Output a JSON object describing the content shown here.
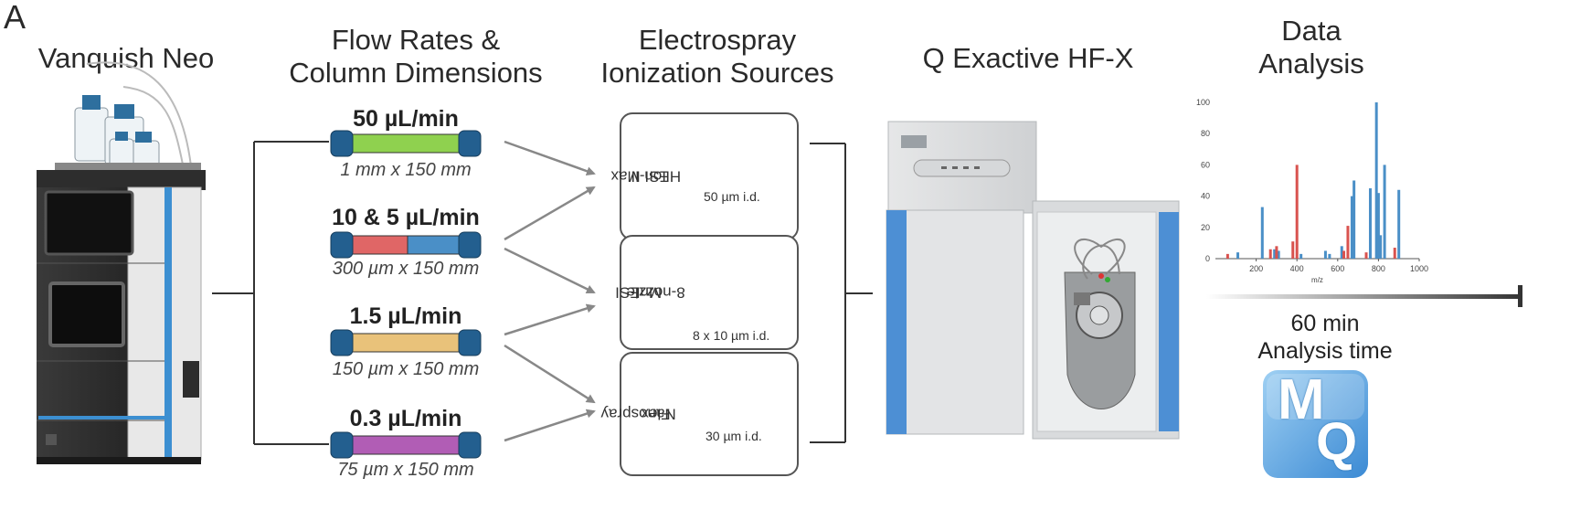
{
  "panel_label": "A",
  "headers": {
    "lc": "Vanquish Neo",
    "flow_line1": "Flow Rates &",
    "flow_line2": "Column Dimensions",
    "esi_line1": "Electrospray",
    "esi_line2": "Ionization Sources",
    "ms": "Q Exactive HF-X",
    "data_line1": "Data",
    "data_line2": "Analysis"
  },
  "columns": [
    {
      "rate": "50 µL/min",
      "dims": "1 mm x 150 mm",
      "color": "#8fd14f"
    },
    {
      "rate": "10 & 5 µL/min",
      "dims": "300 µm x 150 mm",
      "color": "#e06666",
      "color2": "#4a8fc7"
    },
    {
      "rate": "1.5 µL/min",
      "dims": "150 µm x 150 mm",
      "color": "#e9c27a"
    },
    {
      "rate": "0.3 µL/min",
      "dims": "75 µm x 150 mm",
      "color": "#b15db5"
    }
  ],
  "sources": [
    {
      "name_line1": "Ion Max",
      "name_line2": "HESI-II",
      "id": "50 µm i.d."
    },
    {
      "name_line1": "MnESI",
      "name_line2": "8-nozzle",
      "id": "8 x 10 µm i.d."
    },
    {
      "name_line1": "Nanospray",
      "name_line2": "Flex",
      "id": "30 µm i.d."
    }
  ],
  "chart_data": {
    "type": "bar",
    "xlabel": "m/z",
    "ylabel": "",
    "xlim": [
      0,
      1000
    ],
    "ylim": [
      0,
      100
    ],
    "xticks": [
      200,
      400,
      600,
      800,
      1000
    ],
    "yticks": [
      0,
      20,
      40,
      60,
      80,
      100
    ],
    "series": [
      {
        "color": "#4a8fc7",
        "x": [
          110,
          230,
          290,
          310,
          420,
          540,
          560,
          620,
          670,
          680,
          760,
          790,
          800,
          810,
          830,
          900
        ],
        "y": [
          4,
          33,
          6,
          5,
          3,
          5,
          3,
          8,
          40,
          50,
          45,
          100,
          42,
          15,
          60,
          44
        ]
      },
      {
        "color": "#d9534f",
        "x": [
          60,
          270,
          300,
          380,
          400,
          630,
          650,
          740,
          880
        ],
        "y": [
          3,
          6,
          8,
          11,
          60,
          5,
          21,
          4,
          7
        ]
      }
    ]
  },
  "analysis": {
    "time": "60 min",
    "label": "Analysis time",
    "logo_letter1": "M",
    "logo_letter2": "Q"
  }
}
